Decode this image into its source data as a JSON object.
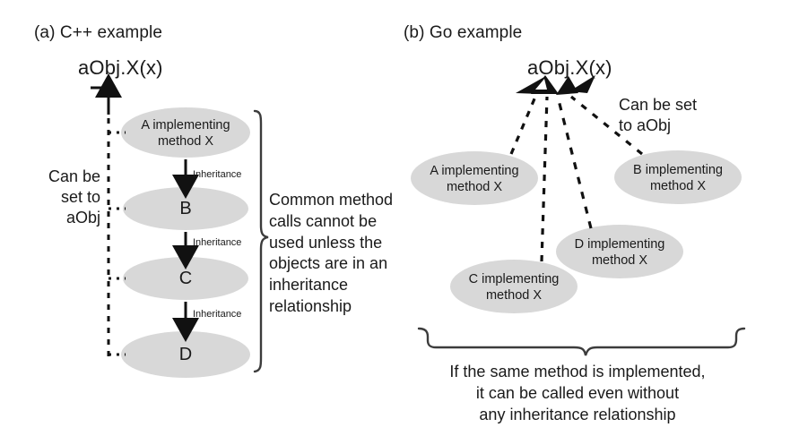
{
  "figure": {
    "background": "#ffffff",
    "ellipse_fill": "#d8d8d8",
    "ink": "#1a1a1a",
    "panels": [
      {
        "id": "cpp",
        "heading": "(a) C++ example",
        "call_label": "aObj.X(x)",
        "left_note": "Can be\nset to\naObj",
        "left_note_lines": [
          "Can be",
          "set to",
          "aObj"
        ],
        "bracket_note": "Common method\ncalls cannot be\nused unless the\nobjects are in an\ninheritance\nrelationship",
        "bracket_note_lines": [
          "Common method",
          "calls cannot be",
          "used unless the",
          "objects are in an",
          "inheritance",
          "relationship"
        ],
        "nodes": [
          {
            "id": "a",
            "label": "A implementing\nmethod X",
            "size": "small"
          },
          {
            "id": "b",
            "label": "B",
            "size": "big"
          },
          {
            "id": "c",
            "label": "C",
            "size": "big"
          },
          {
            "id": "d",
            "label": "D",
            "size": "big"
          }
        ],
        "edges": [
          {
            "from": "a",
            "to": "b",
            "label": "Inheritance"
          },
          {
            "from": "b",
            "to": "c",
            "label": "Inheritance"
          },
          {
            "from": "c",
            "to": "d",
            "label": "Inheritance"
          }
        ]
      },
      {
        "id": "go",
        "heading": "(b) Go example",
        "call_label": "aObj.X(x)",
        "right_note": "Can be set\nto aObj",
        "right_note_lines": [
          "Can be set",
          "to aObj"
        ],
        "brace_note": "If the same method is implemented,\nit can be called even without\nany inheritance relationship",
        "brace_note_lines": [
          "If the same method is implemented,",
          "it can be called even without",
          "any inheritance relationship"
        ],
        "nodes": [
          {
            "id": "a",
            "label": "A implementing\nmethod X"
          },
          {
            "id": "b",
            "label": "B implementing\nmethod X"
          },
          {
            "id": "c",
            "label": "C implementing\nmethod X"
          },
          {
            "id": "d",
            "label": "D implementing\nmethod X"
          }
        ]
      }
    ]
  }
}
